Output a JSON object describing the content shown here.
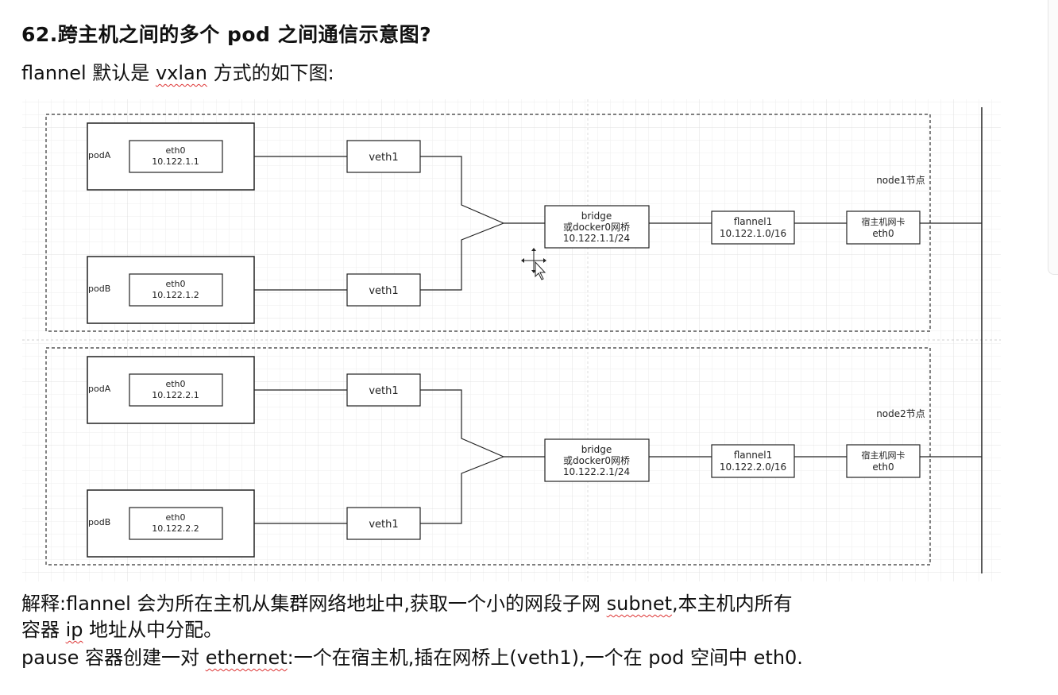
{
  "title": "62.跨主机之间的多个 pod 之间通信示意图?",
  "subtitle": {
    "pre": "flannel 默认是 ",
    "term": "vxlan",
    "post": " 方式的如下图:"
  },
  "diagram": {
    "nodes": [
      {
        "label": "node1节点",
        "pods": [
          {
            "name": "podA",
            "iface": "eth0",
            "ip": "10.122.1.1",
            "veth": "veth1"
          },
          {
            "name": "podB",
            "iface": "eth0",
            "ip": "10.122.1.2",
            "veth": "veth1"
          }
        ],
        "bridge": {
          "line1": "bridge",
          "line2": "或docker0网桥",
          "line3": "10.122.1.1/24"
        },
        "flannel": {
          "line1": "flannel1",
          "line2": "10.122.1.0/16"
        },
        "nic": {
          "line1": "宿主机网卡",
          "line2": "eth0"
        }
      },
      {
        "label": "node2节点",
        "pods": [
          {
            "name": "podA",
            "iface": "eth0",
            "ip": "10.122.2.1",
            "veth": "veth1"
          },
          {
            "name": "podB",
            "iface": "eth0",
            "ip": "10.122.2.2",
            "veth": "veth1"
          }
        ],
        "bridge": {
          "line1": "bridge",
          "line2": "或docker0网桥",
          "line3": "10.122.2.1/24"
        },
        "flannel": {
          "line1": "flannel1",
          "line2": "10.122.2.0/16"
        },
        "nic": {
          "line1": "宿主机网卡",
          "line2": "eth0"
        }
      }
    ]
  },
  "explanation": {
    "p1_pre": "解释:flannel 会为所在主机从集群网络地址中,获取一个小的网段子网 ",
    "p1_term": "subnet",
    "p1_post": ",本主机内所有",
    "p2_pre": "容器 ",
    "p2_term": "ip",
    "p2_post": " 地址从中分配。",
    "p3_pre": "pause 容器创建一对 ",
    "p3_term": "ethernet",
    "p3_post": ":一个在宿主机,插在网桥上(veth1),一个在 pod 空间中 eth0."
  }
}
